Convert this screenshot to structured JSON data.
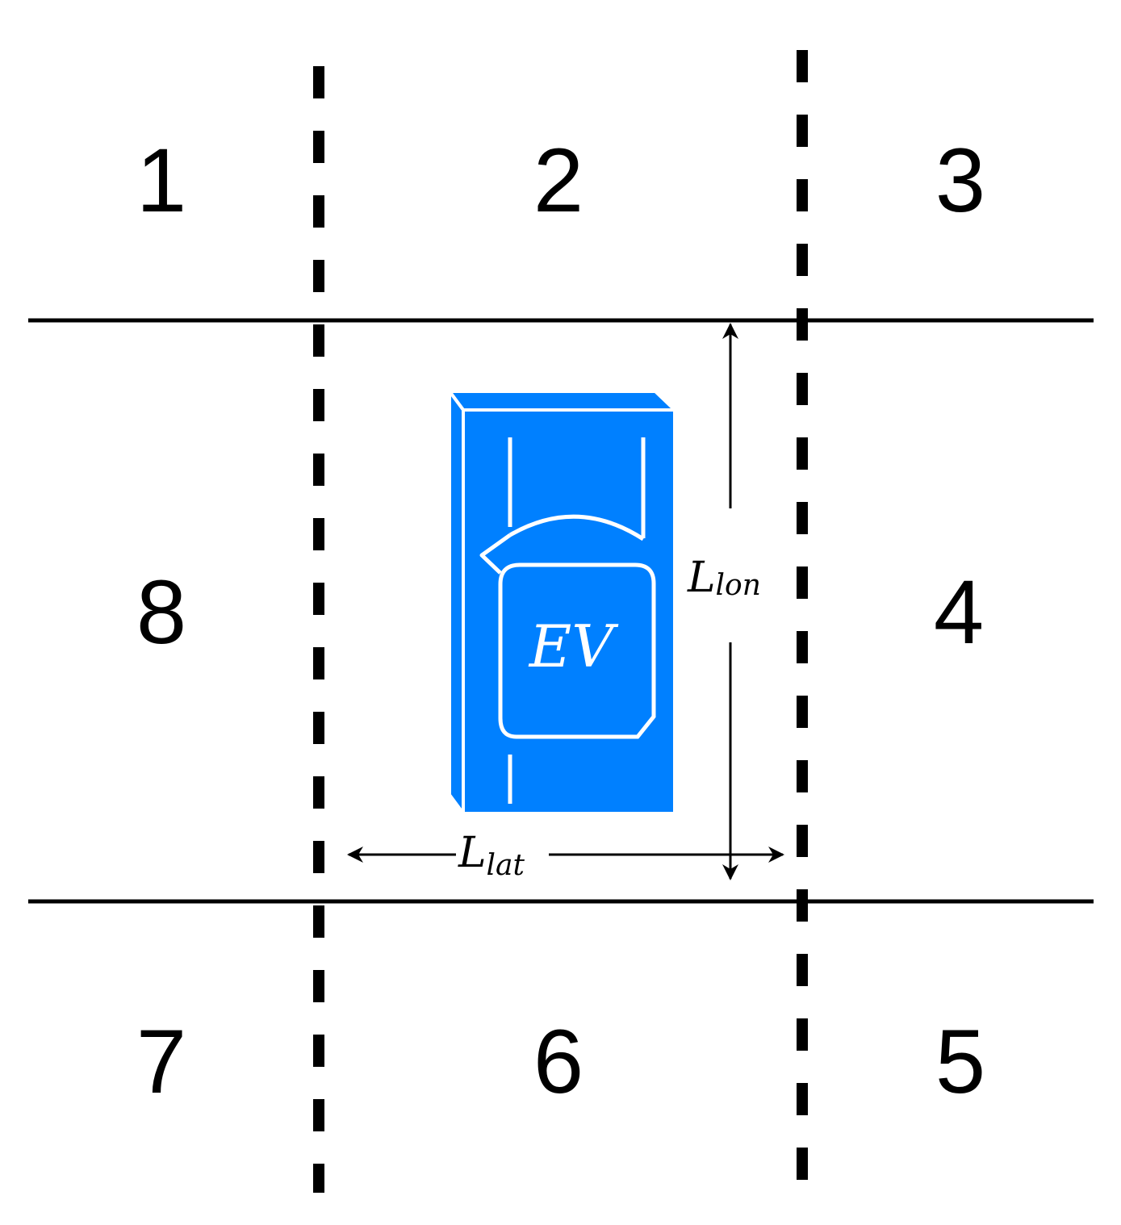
{
  "zones": {
    "z1": "1",
    "z2": "2",
    "z3": "3",
    "z4": "4",
    "z5": "5",
    "z6": "6",
    "z7": "7",
    "z8": "8"
  },
  "vehicle": {
    "label": "EV",
    "color": "#0080ff"
  },
  "dimensions": {
    "longitudinal": {
      "symbol": "L",
      "subscript": "lon"
    },
    "lateral": {
      "symbol": "L",
      "subscript": "lat"
    }
  }
}
